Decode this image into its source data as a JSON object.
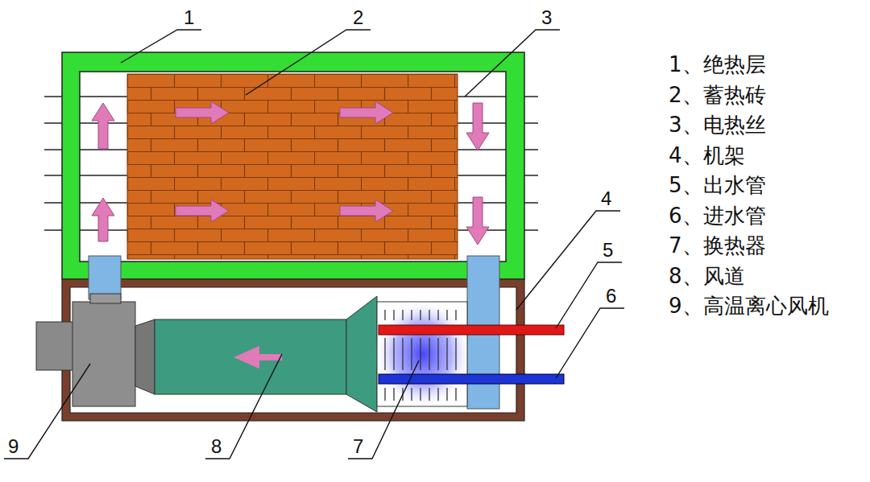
{
  "diagram": {
    "labels": [
      "1",
      "2",
      "3",
      "4",
      "5",
      "6",
      "7",
      "8",
      "9",
      "1、绝热层",
      "2、蓄热砖",
      "3、电热丝",
      "4、机架",
      "5、出水管",
      "6、进水管",
      "7、换热器",
      "8、风道",
      "9、高温离心风机"
    ]
  }
}
